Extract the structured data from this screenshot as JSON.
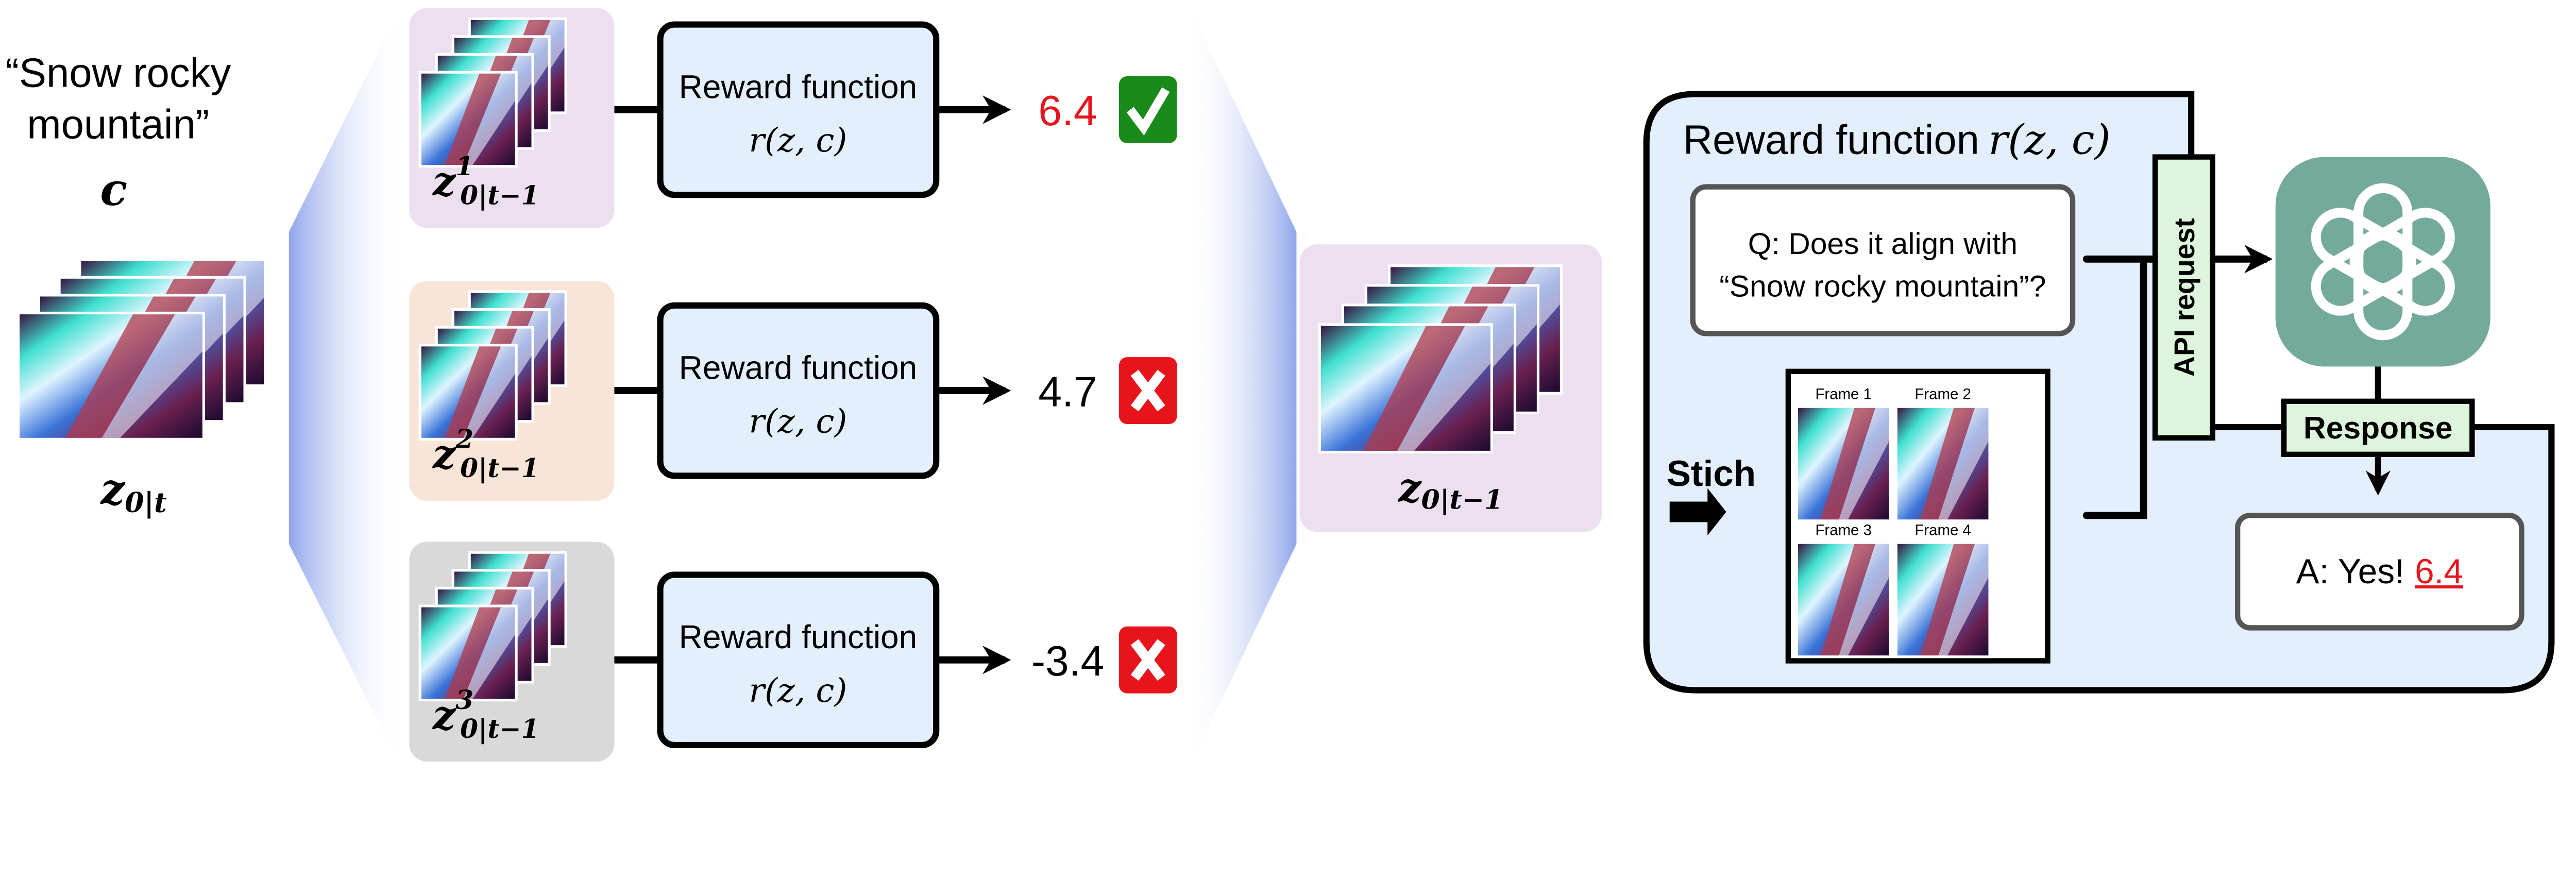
{
  "prompt": {
    "line1": "“Snow rocky",
    "line2": "mountain”",
    "symbol": "c"
  },
  "input_latent": {
    "base": "z",
    "sub": "0|t"
  },
  "candidates": [
    {
      "base": "z",
      "sup": "1",
      "sub": "0|t−1",
      "reward_title": "Reward function",
      "reward_formula": "r(z, c)",
      "score": "6.4",
      "result": "check",
      "score_color": "#e8141c",
      "bg": "#ebdff0"
    },
    {
      "base": "z",
      "sup": "2",
      "sub": "0|t−1",
      "reward_title": "Reward function",
      "reward_formula": "r(z, c)",
      "score": "4.7",
      "result": "cross",
      "score_color": "#000000",
      "bg": "#f9e5d8"
    },
    {
      "base": "z",
      "sup": "3",
      "sub": "0|t−1",
      "reward_title": "Reward function",
      "reward_formula": "r(z, c)",
      "score": "-3.4",
      "result": "cross",
      "score_color": "#000000",
      "bg": "#d9d9d9"
    }
  ],
  "selected": {
    "base": "z",
    "sub": "0|t−1",
    "bg": "#ebdff0"
  },
  "reward_panel": {
    "title": "Reward function",
    "formula": "r(z, c)",
    "question_line1": "Q: Does it align with",
    "question_line2": "“Snow rocky mountain”?",
    "stitch_label": "Stich",
    "frames": [
      "Frame 1",
      "Frame 2",
      "Frame 3",
      "Frame 4"
    ],
    "api_label": "API request",
    "response_label": "Response",
    "answer_prefix": "A: Yes! ",
    "answer_score": "6.4",
    "logo_icon": "openai-logo-icon",
    "colors": {
      "panel": "#e3effc",
      "box": "#e3effc",
      "label_box": "#dcf5dc",
      "logo": "#74aa9c",
      "score": "#e8141c",
      "check": "#1a8a1a",
      "cross": "#e8141c"
    }
  }
}
